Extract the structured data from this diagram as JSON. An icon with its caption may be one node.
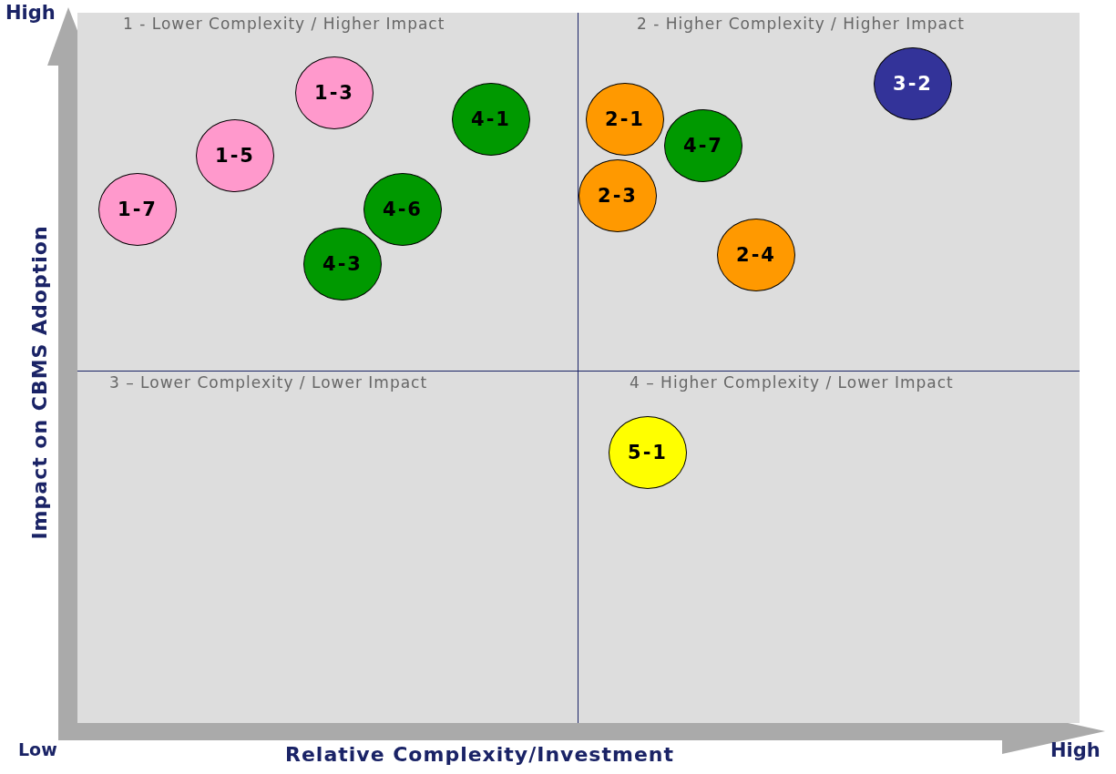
{
  "diagram": {
    "nodes": [
      {
        "text": [
          "1 - Lower Complexity / Higher Impact"
        ]
      },
      {
        "text": [
          "2 - Higher Complexity / Higher Impact"
        ]
      },
      {
        "text": [
          "3 – Lower Complexity / Lower Impact"
        ]
      },
      {
        "text": [
          "4 – Higher Complexity / Lower Impact"
        ]
      },
      {
        "text": [
          "1-3"
        ],
        "in": 0
      },
      {
        "text": [
          "4-1"
        ],
        "in": 0
      },
      {
        "text": [
          "1-5"
        ],
        "in": 0
      },
      {
        "text": [
          "1-7"
        ],
        "in": 0
      },
      {
        "text": [
          "4-6"
        ],
        "in": 0
      },
      {
        "text": [
          "4-3"
        ],
        "in": 0
      },
      {
        "text": [
          "3-2"
        ],
        "in": 1
      },
      {
        "text": [
          "2-1"
        ],
        "in": 1
      },
      {
        "text": [
          "4-7"
        ],
        "in": 1
      },
      {
        "text": [
          "2-3"
        ],
        "in": 1
      },
      {
        "text": [
          "2-4"
        ],
        "in": 1
      },
      {
        "text": [
          "5-1"
        ],
        "in": 3
      }
    ],
    "edges": [],
    "labels": [
      "High",
      "Impact on CBMS Adoption",
      "Low",
      "Relative Complexity/Investment",
      "High"
    ]
  }
}
